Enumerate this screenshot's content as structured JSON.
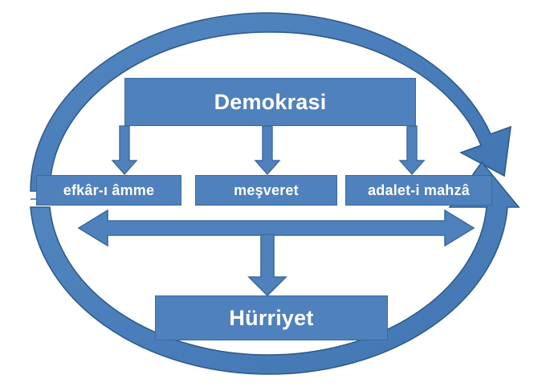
{
  "diagram": {
    "title_concept": "Demokrasi",
    "language": "Turkish (Ottoman terminology)",
    "background_color": "#FFFFFF",
    "shape_fill": "#4F81BD",
    "shape_stroke": "#3A6A9E",
    "ring_fill": "#4A7EBB",
    "ring_stroke": "#2E5C8A",
    "text_color": "#FFFFFF",
    "nodes": {
      "root": {
        "label": "Demokrasi"
      },
      "pillar_1": {
        "label": "efkâr-ı âmme"
      },
      "pillar_2": {
        "label": "meşveret"
      },
      "pillar_3": {
        "label": "adalet-i mahzâ"
      },
      "outcome": {
        "label": "Hürriyet"
      }
    },
    "connectors": [
      {
        "name": "demokrasi-to-efkar",
        "type": "arrow-down"
      },
      {
        "name": "demokrasi-to-mesveret",
        "type": "arrow-down"
      },
      {
        "name": "demokrasi-to-adalet",
        "type": "arrow-down"
      },
      {
        "name": "pillars-bidirectional",
        "type": "arrow-double-horizontal"
      },
      {
        "name": "pillars-to-hurriyet",
        "type": "arrow-down"
      },
      {
        "name": "cycle-ring",
        "type": "circular-arrow-double"
      }
    ]
  }
}
